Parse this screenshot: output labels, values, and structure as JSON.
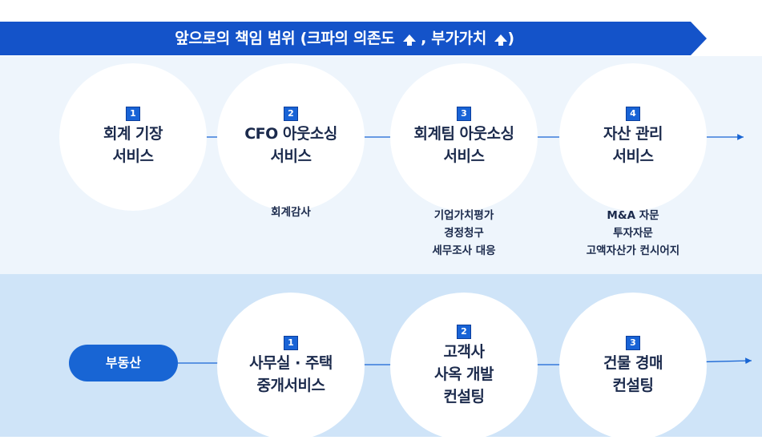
{
  "banner": {
    "title_before": "앞으로의 책임 범위 (크파의 의존도",
    "title_mid": ", 부가가치",
    "title_end": ")",
    "color": "#1453c9"
  },
  "top_services": [
    {
      "number": "1",
      "label": "회계 기장\n서비스",
      "sub": ""
    },
    {
      "number": "2",
      "label": "CFO 아웃소싱\n서비스",
      "sub": "회계감사"
    },
    {
      "number": "3",
      "label": "회계팀 아웃소싱\n서비스",
      "sub": "기업가치평가\n경정청구\n세무조사 대응"
    },
    {
      "number": "4",
      "label": "자산 관리\n서비스",
      "sub": "M&A 자문\n투자자문\n고액자산가 컨시어지"
    }
  ],
  "real_estate": {
    "label": "부동산",
    "services": [
      {
        "number": "1",
        "label": "사무실 · 주택\n중개서비스"
      },
      {
        "number": "2",
        "label": "고객사\n사옥 개발\n컨설팅"
      },
      {
        "number": "3",
        "label": "건물 경매\n컨설팅"
      }
    ]
  },
  "colors": {
    "accent": "#1865d4",
    "top_band": "#eef5fc",
    "bottom_band": "#cfe4f8",
    "text": "#1b2a4c"
  }
}
